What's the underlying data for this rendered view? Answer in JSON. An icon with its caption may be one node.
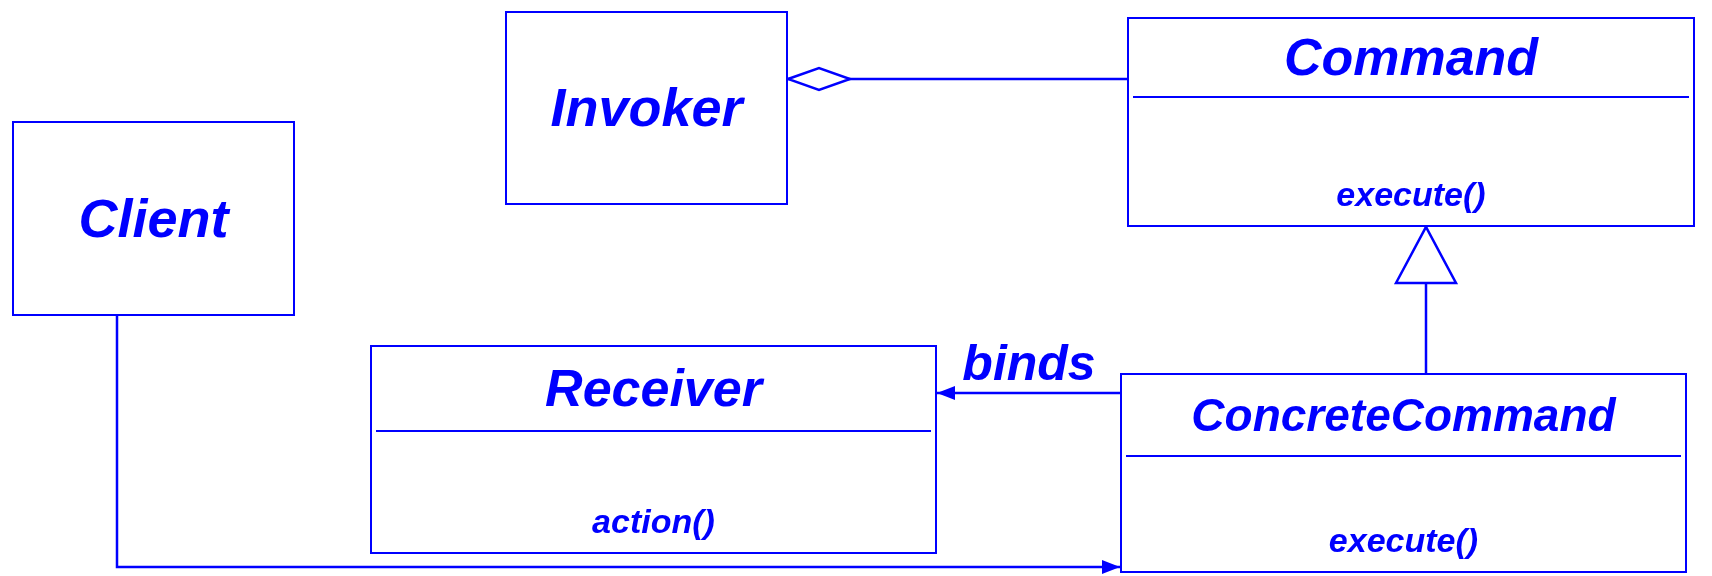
{
  "diagram": {
    "nodes": [
      {
        "text": [
          "Invoker"
        ]
      },
      {
        "text": [
          "Command",
          "execute()"
        ]
      },
      {
        "text": [
          "Client"
        ]
      },
      {
        "text": [
          "Receiver",
          "action()"
        ]
      },
      {
        "text": [
          "ConcreteCommand",
          "execute()"
        ]
      }
    ],
    "edges": [
      {
        "from": 0,
        "to": 1,
        "arrow": "other"
      },
      {
        "from": 4,
        "to": 1,
        "arrow": "to"
      },
      {
        "from": 4,
        "to": 3,
        "arrow": "to",
        "label": "binds"
      },
      {
        "from": 2,
        "to": 4,
        "arrow": "to"
      }
    ]
  }
}
